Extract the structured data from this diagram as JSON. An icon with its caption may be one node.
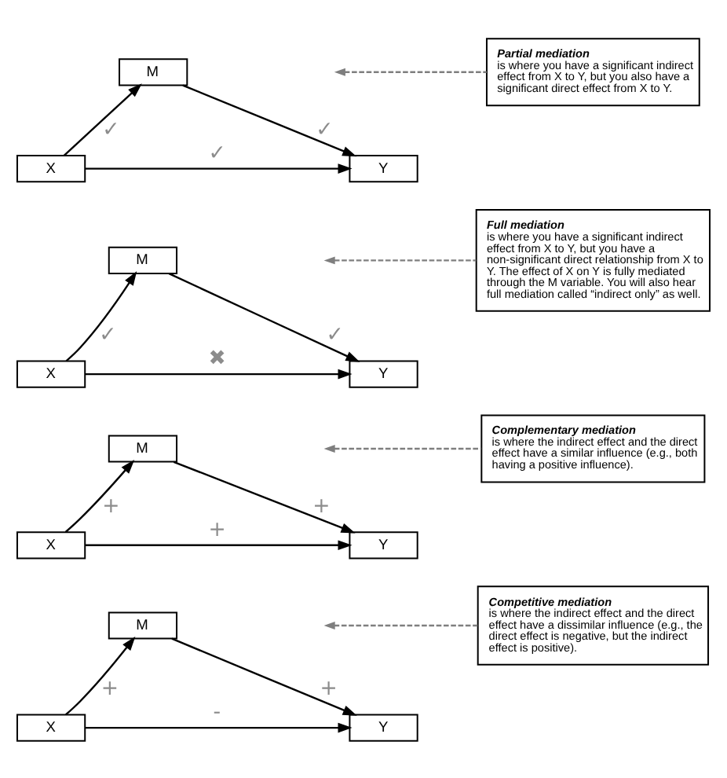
{
  "diagram": {
    "nodes": [
      {
        "text": [
          "M"
        ]
      },
      {
        "text": [
          "X"
        ]
      },
      {
        "text": [
          "Y"
        ]
      },
      {
        "text": [
          "**Partial mediation** is where you have a significant indirect effect from X to Y, but you also have a significant direct effect from X to Y."
        ]
      },
      {
        "text": [
          "M"
        ]
      },
      {
        "text": [
          "X"
        ]
      },
      {
        "text": [
          "Y"
        ]
      },
      {
        "text": [
          "**Full mediation** is where you have a significant indirect effect from X to Y, but you have a non-significant direct relationship from X to Y. The effect of X on Y is fully mediated through the M variable. You will also hear full mediation called “indirect only” as well."
        ]
      },
      {
        "text": [
          "M"
        ]
      },
      {
        "text": [
          "X"
        ]
      },
      {
        "text": [
          "Y"
        ]
      },
      {
        "text": [
          "**Complementary mediation** is where the indirect effect and the direct effect have a similar influence (e.g., both having a positive influence)."
        ]
      },
      {
        "text": [
          "M"
        ]
      },
      {
        "text": [
          "X"
        ]
      },
      {
        "text": [
          "Y"
        ]
      },
      {
        "text": [
          "**Competitive mediation** is where the indirect effect and the direct effect have a dissimilar influence (e.g., the direct effect is negative, but the indirect effect is positive)."
        ]
      }
    ],
    "edges": [
      {
        "from": 1,
        "to": 0,
        "arrow": "to",
        "label": "✓"
      },
      {
        "from": 0,
        "to": 2,
        "arrow": "to",
        "label": "✓"
      },
      {
        "from": 1,
        "to": 2,
        "arrow": "to",
        "label": "✓"
      },
      {
        "from": 3,
        "to": null,
        "arrow": "to",
        "style": "dashed",
        "color": "#7f7f7f"
      },
      {
        "from": 5,
        "to": 4,
        "arrow": "to",
        "label": "✓"
      },
      {
        "from": 4,
        "to": 6,
        "arrow": "to",
        "label": "✓"
      },
      {
        "from": 5,
        "to": 6,
        "arrow": "to",
        "label": "✖"
      },
      {
        "from": 7,
        "to": null,
        "arrow": "to",
        "style": "dashed",
        "color": "#7f7f7f"
      },
      {
        "from": 9,
        "to": 8,
        "arrow": "to",
        "label": "+"
      },
      {
        "from": 8,
        "to": 10,
        "arrow": "to",
        "label": "+"
      },
      {
        "from": 9,
        "to": 10,
        "arrow": "to",
        "label": "+"
      },
      {
        "from": 11,
        "to": null,
        "arrow": "to",
        "style": "dashed",
        "color": "#7f7f7f"
      },
      {
        "from": 13,
        "to": 12,
        "arrow": "to",
        "label": "+"
      },
      {
        "from": 12,
        "to": 14,
        "arrow": "to",
        "label": "+"
      },
      {
        "from": 13,
        "to": 14,
        "arrow": "to",
        "label": "-"
      },
      {
        "from": 15,
        "to": null,
        "arrow": "to",
        "style": "dashed",
        "color": "#7f7f7f"
      }
    ]
  }
}
